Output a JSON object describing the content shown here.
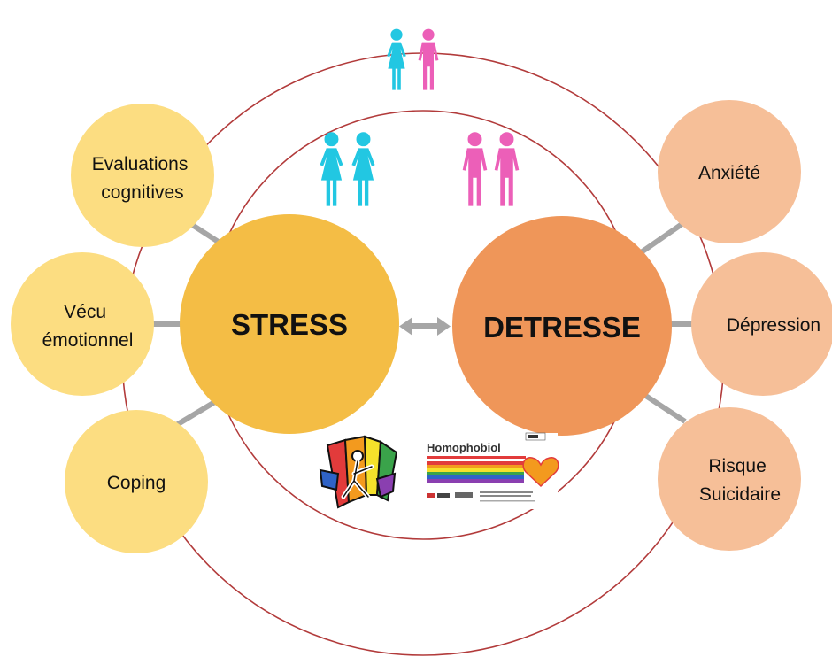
{
  "colors": {
    "ring": "#b23b3b",
    "connector": "#a6a6a6",
    "stress": "#f4bd45",
    "detresse": "#ef9659",
    "left_satellite": "#fcdd81",
    "right_satellite": "#f6bf98",
    "couple_mixed_female": "#22c7e2",
    "couple_mixed_male": "#ec5fb8",
    "couple_female": "#22c7e2",
    "couple_male": "#ec5fb8"
  },
  "center": {
    "stress_label": "STRESS",
    "detresse_label": "DETRESSE"
  },
  "left_satellites": [
    {
      "line1": "Evaluations",
      "line2": "cognitives"
    },
    {
      "line1": "Vécu",
      "line2": "émotionnel"
    },
    {
      "line1": "Coping",
      "line2": ""
    }
  ],
  "right_satellites": [
    {
      "line1": "Anxiété",
      "line2": ""
    },
    {
      "line1": "Dépression",
      "line2": ""
    },
    {
      "line1": "Risque",
      "line2": "Suicidaire"
    }
  ],
  "icons": {
    "couple_mixed": "person-couple-mixed-icon",
    "couple_women": "person-couple-women-icon",
    "couple_men": "person-couple-men-icon",
    "bidirectional_arrow": "double-arrow-icon",
    "rainbow_logo": "rainbow-figure-logo",
    "homophobiol_logo": "homophobiol-ad-image"
  },
  "homophobiol": {
    "brand": "Homophobiol"
  }
}
